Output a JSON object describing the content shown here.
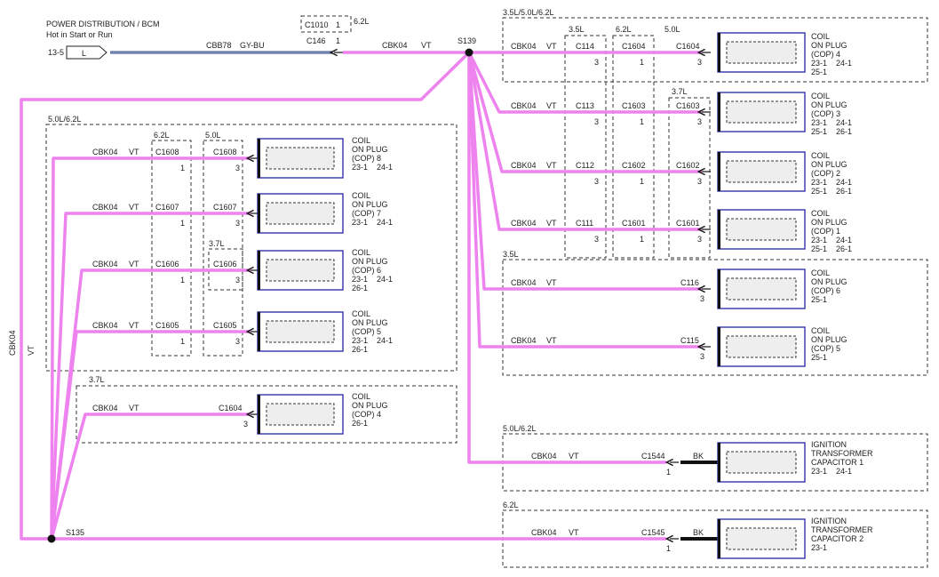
{
  "source": {
    "title": "POWER DISTRIBUTION / BCM",
    "subtitle": "Hot in Start or Run",
    "ref": "13-5",
    "pin": "L",
    "wire": "CBB78",
    "wire_color": "GY-BU",
    "connector": "C146",
    "connector_pin": "1",
    "alt_connector": "C1010",
    "alt_connector_pin": "1",
    "alt_label": "6.2L"
  },
  "colors": {
    "circuit": "#ee82ee",
    "feed": "#3a4f8a",
    "ground_wire": "#111111",
    "component_border": "#3333aa"
  },
  "circuit": {
    "name": "CBK04",
    "color": "VT"
  },
  "splices": {
    "s139": "S139",
    "s135": "S135"
  },
  "vertical_label": {
    "name": "CBK04",
    "color": "VT"
  },
  "groups": {
    "right_top": "3.5L/5.0L/6.2L",
    "right_35": "3.5L",
    "left_top": "5.0L/6.2L",
    "left_37": "3.7L",
    "cap1": "5.0L/6.2L",
    "cap2": "6.2L",
    "col_35": "3.5L",
    "col_62": "6.2L",
    "col_50": "5.0L",
    "col_37": "3.7L",
    "lcol_62": "6.2L",
    "lcol_50": "5.0L",
    "lcol_37": "3.7L"
  },
  "right_coils": [
    {
      "c35": "C114",
      "c62": "C1604",
      "c50": "C1604",
      "p35": "3",
      "p62": "1",
      "p50": "3",
      "name": [
        "COIL",
        "ON PLUG",
        "(COP) 4"
      ],
      "refs": [
        "23-1",
        "24-1",
        "25-1",
        ""
      ]
    },
    {
      "c35": "C113",
      "c62": "C1603",
      "c50": "C1603",
      "p35": "3",
      "p62": "1",
      "p50": "3",
      "name": [
        "COIL",
        "ON PLUG",
        "(COP) 3"
      ],
      "refs": [
        "23-1",
        "24-1",
        "25-1",
        "26-1"
      ]
    },
    {
      "c35": "C112",
      "c62": "C1602",
      "c50": "C1602",
      "p35": "3",
      "p62": "1",
      "p50": "3",
      "name": [
        "COIL",
        "ON PLUG",
        "(COP) 2"
      ],
      "refs": [
        "23-1",
        "24-1",
        "25-1",
        "26-1"
      ]
    },
    {
      "c35": "C111",
      "c62": "C1601",
      "c50": "C1601",
      "p35": "3",
      "p62": "1",
      "p50": "3",
      "name": [
        "COIL",
        "ON PLUG",
        "(COP) 1"
      ],
      "refs": [
        "23-1",
        "24-1",
        "25-1",
        "26-1"
      ]
    }
  ],
  "right_35_coils": [
    {
      "conn": "C116",
      "pin": "3",
      "name": [
        "COIL",
        "ON PLUG",
        "(COP) 6"
      ],
      "refs": [
        "25-1"
      ]
    },
    {
      "conn": "C115",
      "pin": "3",
      "name": [
        "COIL",
        "ON PLUG",
        "(COP) 5"
      ],
      "refs": [
        "25-1"
      ]
    }
  ],
  "left_coils": [
    {
      "c62": "C1608",
      "c50": "C1608",
      "p62": "1",
      "p50": "3",
      "name": [
        "COIL",
        "ON PLUG",
        "(COP) 8"
      ],
      "refs": [
        "23-1",
        "24-1",
        ""
      ]
    },
    {
      "c62": "C1607",
      "c50": "C1607",
      "p62": "1",
      "p50": "3",
      "name": [
        "COIL",
        "ON PLUG",
        "(COP) 7"
      ],
      "refs": [
        "23-1",
        "24-1",
        ""
      ]
    },
    {
      "c62": "C1606",
      "c50": "C1606",
      "p62": "1",
      "p50": "3",
      "name": [
        "COIL",
        "ON PLUG",
        "(COP) 6"
      ],
      "refs": [
        "23-1",
        "24-1",
        "26-1"
      ]
    },
    {
      "c62": "C1605",
      "c50": "C1605",
      "p62": "1",
      "p50": "3",
      "name": [
        "COIL",
        "ON PLUG",
        "(COP) 5"
      ],
      "refs": [
        "23-1",
        "24-1",
        "26-1"
      ]
    }
  ],
  "left_37_coil": {
    "conn": "C1604",
    "pin": "3",
    "name": [
      "COIL",
      "ON PLUG",
      "(COP) 4"
    ],
    "refs": [
      "26-1"
    ]
  },
  "capacitors": [
    {
      "conn": "C1544",
      "pin": "1",
      "gnd": "BK",
      "name": [
        "IGNITION",
        "TRANSFORMER",
        "CAPACITOR 1"
      ],
      "refs": [
        "23-1",
        "24-1"
      ]
    },
    {
      "conn": "C1545",
      "pin": "1",
      "gnd": "BK",
      "name": [
        "IGNITION",
        "TRANSFORMER",
        "CAPACITOR 2"
      ],
      "refs": [
        "23-1"
      ]
    }
  ]
}
